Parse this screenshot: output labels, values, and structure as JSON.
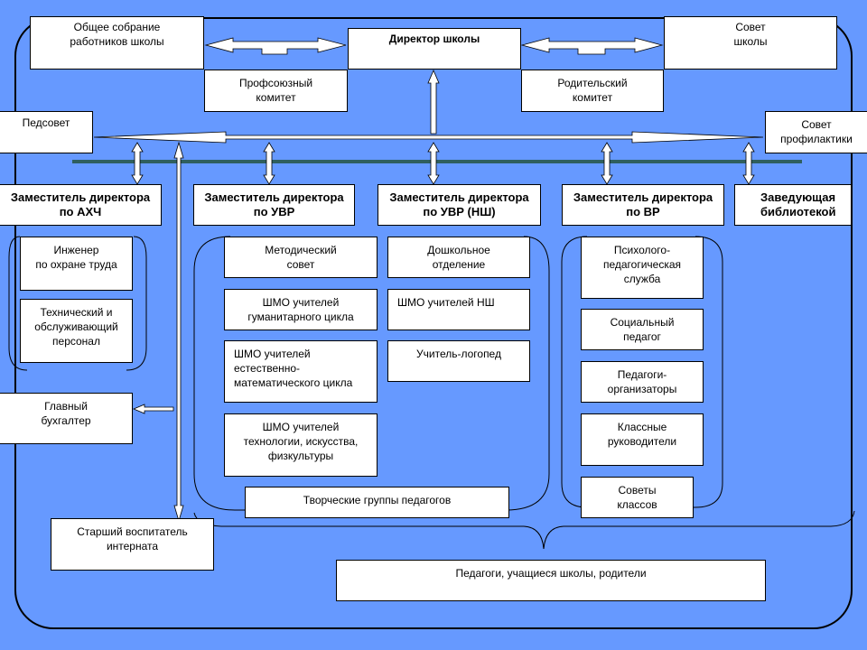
{
  "colors": {
    "background": "#6699ff",
    "box_fill": "#ffffff",
    "lines": "#ffffff",
    "dark_bar": "#2f5f5f"
  },
  "nodes": {
    "general_meeting": "Общее собрание\nработников школы",
    "director": "Директор школы",
    "school_council": "Совет\nшколы",
    "trade_union": "Профсоюзный\nкомитет",
    "parent_committee": "Родительский\nкомитет",
    "pedsovet": "Педсовет",
    "prevention_council": "Совет\nпрофилактики",
    "deputy_ahch": "Заместитель директора\nпо АХЧ",
    "deputy_uvr": "Заместитель директора\nпо УВР",
    "deputy_uvr_nsh": "Заместитель директора\nпо УВР (НШ)",
    "deputy_vr": "Заместитель директора\nпо  ВР",
    "librarian": "Заведующая\nбиблиотекой",
    "safety_engineer": "Инженер\nпо охране труда",
    "technical_staff": "Технический и\nобслуживающий\nперсонал",
    "chief_accountant": "Главный\nбухгалтер",
    "methodical_council": "Методический\nсовет",
    "shmo_humanities": "ШМО учителей\nгуманитарного цикла",
    "shmo_science": "ШМО             учителей\nестественно-\nматематического цикла",
    "shmo_tech": "ШМО учителей\nтехнологии, искусства,\nфизкультуры",
    "creative_groups": "Творческие группы педагогов",
    "preschool": "Дошкольное\nотделение",
    "shmo_primary": "ШМО учителей НШ",
    "speech_therapist": "Учитель-логопед",
    "psych_service": "Психолого-\nпедагогическая\nслужба",
    "social_pedagogue": "Социальный\nпедагог",
    "organizers": "Педагоги-\nорганизаторы",
    "class_teachers": "Классные\nруководители",
    "class_councils": "Советы\nклассов",
    "senior_educator": "Старший воспитатель\nинтерната",
    "community": "Педагоги, учащиеся школы, родители"
  }
}
